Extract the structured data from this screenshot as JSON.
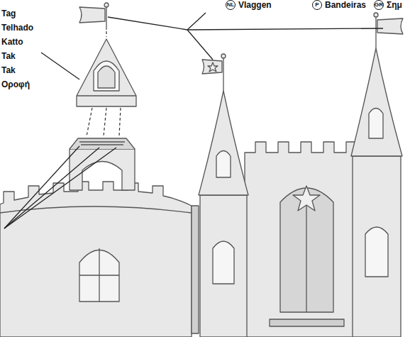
{
  "diagram": {
    "labels": [
      "NL",
      "Vlaggen",
      "P",
      "Bandeiras",
      "GR",
      "Σημ",
      "Tag",
      "Telhado",
      "Katto",
      "Tak",
      "Tak",
      "Οροφή"
    ]
  }
}
